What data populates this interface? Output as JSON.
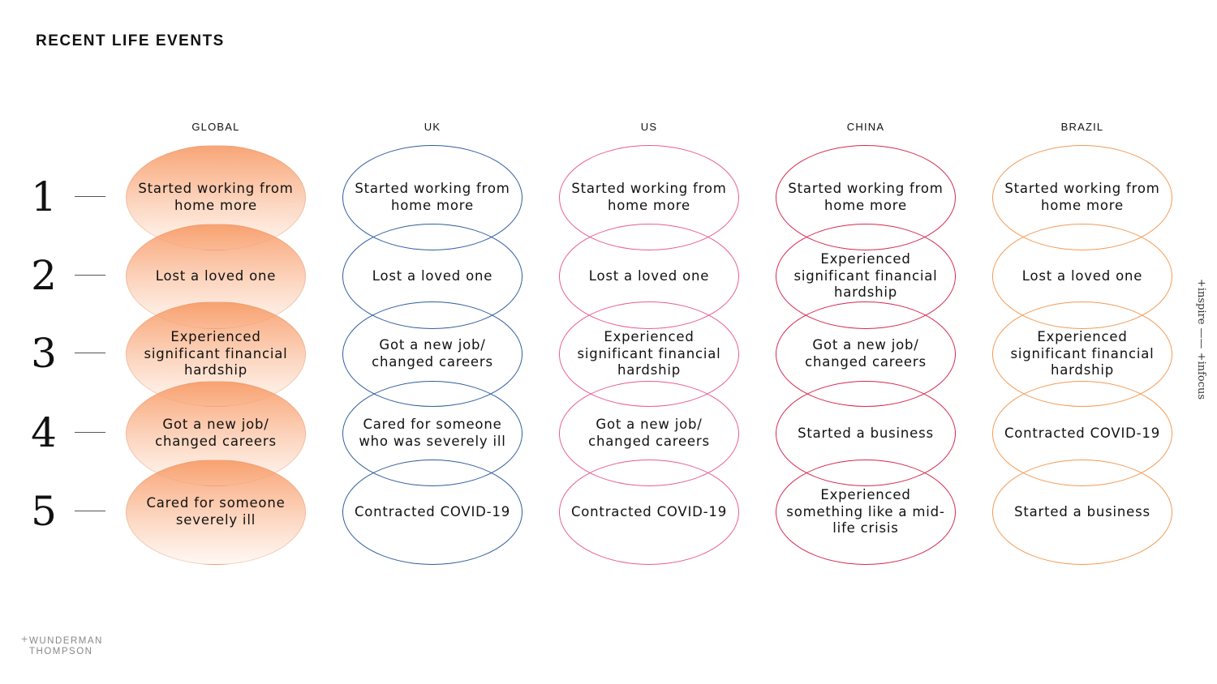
{
  "title": "RECENT LIFE EVENTS",
  "ranks": [
    "1",
    "2",
    "3",
    "4",
    "5"
  ],
  "columns": [
    {
      "name": "GLOBAL",
      "color": "#f4a273",
      "filled": true,
      "items": [
        "Started working from home more",
        "Lost a loved one",
        "Experienced significant financial hardship",
        "Got a new job/ changed careers",
        "Cared for someone severely ill"
      ]
    },
    {
      "name": "UK",
      "color": "#2e5d9b",
      "filled": false,
      "items": [
        "Started working from home more",
        "Lost a loved one",
        "Got a new job/ changed careers",
        "Cared for someone who was severely ill",
        "Contracted COVID-19"
      ]
    },
    {
      "name": "US",
      "color": "#e85c94",
      "filled": false,
      "items": [
        "Started working from home more",
        "Lost a loved one",
        "Experienced significant financial hardship",
        "Got a new job/ changed careers",
        "Contracted COVID-19"
      ]
    },
    {
      "name": "CHINA",
      "color": "#d6284f",
      "filled": false,
      "items": [
        "Started working from home more",
        "Experienced significant financial hardship",
        "Got a new job/ changed careers",
        "Started a business",
        "Experienced something like a mid-life crisis"
      ]
    },
    {
      "name": "BRAZIL",
      "color": "#f29a55",
      "filled": false,
      "items": [
        "Started working from home more",
        "Lost a loved one",
        "Experienced significant financial hardship",
        "Contracted COVID-19",
        "Started a business"
      ]
    }
  ],
  "side_brand": "+inspire —— +infocus",
  "logo": {
    "plus": "+",
    "line1": "WUNDERMAN",
    "line2": "THOMPSON"
  }
}
